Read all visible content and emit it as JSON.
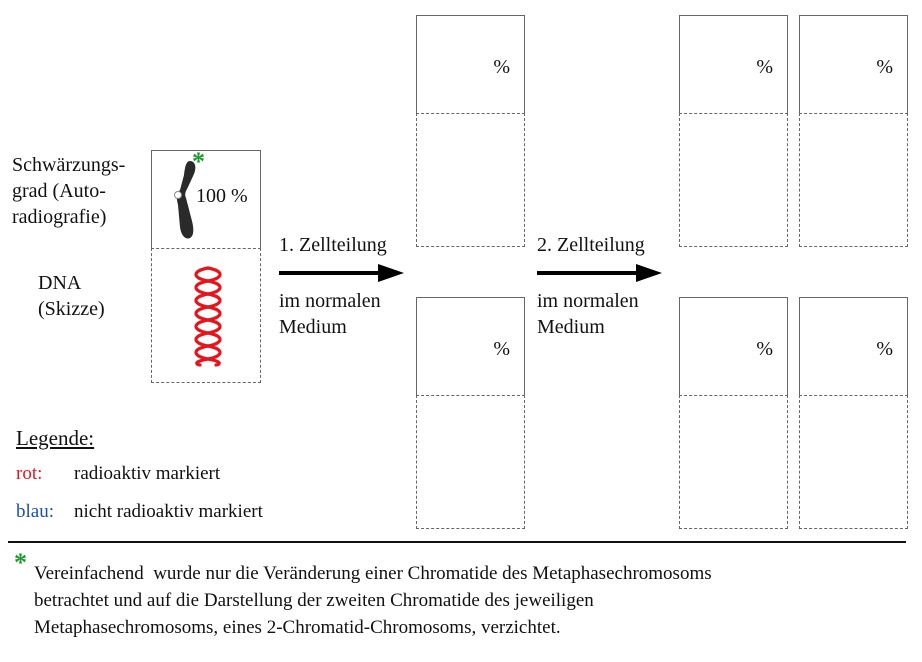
{
  "left": {
    "blackening_label": [
      "Schwärzungs-",
      "grad (Auto-",
      "radiografie)"
    ],
    "dna_label": [
      "DNA",
      "(Skizze)"
    ],
    "start_percent": "100 %",
    "asterisk": "*"
  },
  "step1": {
    "title": "1. Zellteilung",
    "subtitle": [
      "im normalen",
      "Medium"
    ]
  },
  "step2": {
    "title": "2. Zellteilung",
    "subtitle": [
      "im normalen",
      "Medium"
    ]
  },
  "percent_placeholder": "%",
  "legend": {
    "title": "Legende:",
    "red_key": "rot:",
    "red_text": "radioaktiv markiert",
    "blue_key": "blau:",
    "blue_text": "nicht radioaktiv markiert",
    "red_color": "#e8141c",
    "blue_color": "#1a4fb0"
  },
  "footnote": {
    "asterisk": "*",
    "lines": [
      "Vereinfachend  wurde nur die Veränderung einer Chromatide des Metaphasechromosoms",
      "betrachtet und auf die Darstellung der zweiten Chromatide des jeweiligen",
      "Metaphasechromosoms, eines 2-Chromatid-Chromosoms, verzichtet."
    ],
    "asterisk_color": "#1a9a2a"
  }
}
